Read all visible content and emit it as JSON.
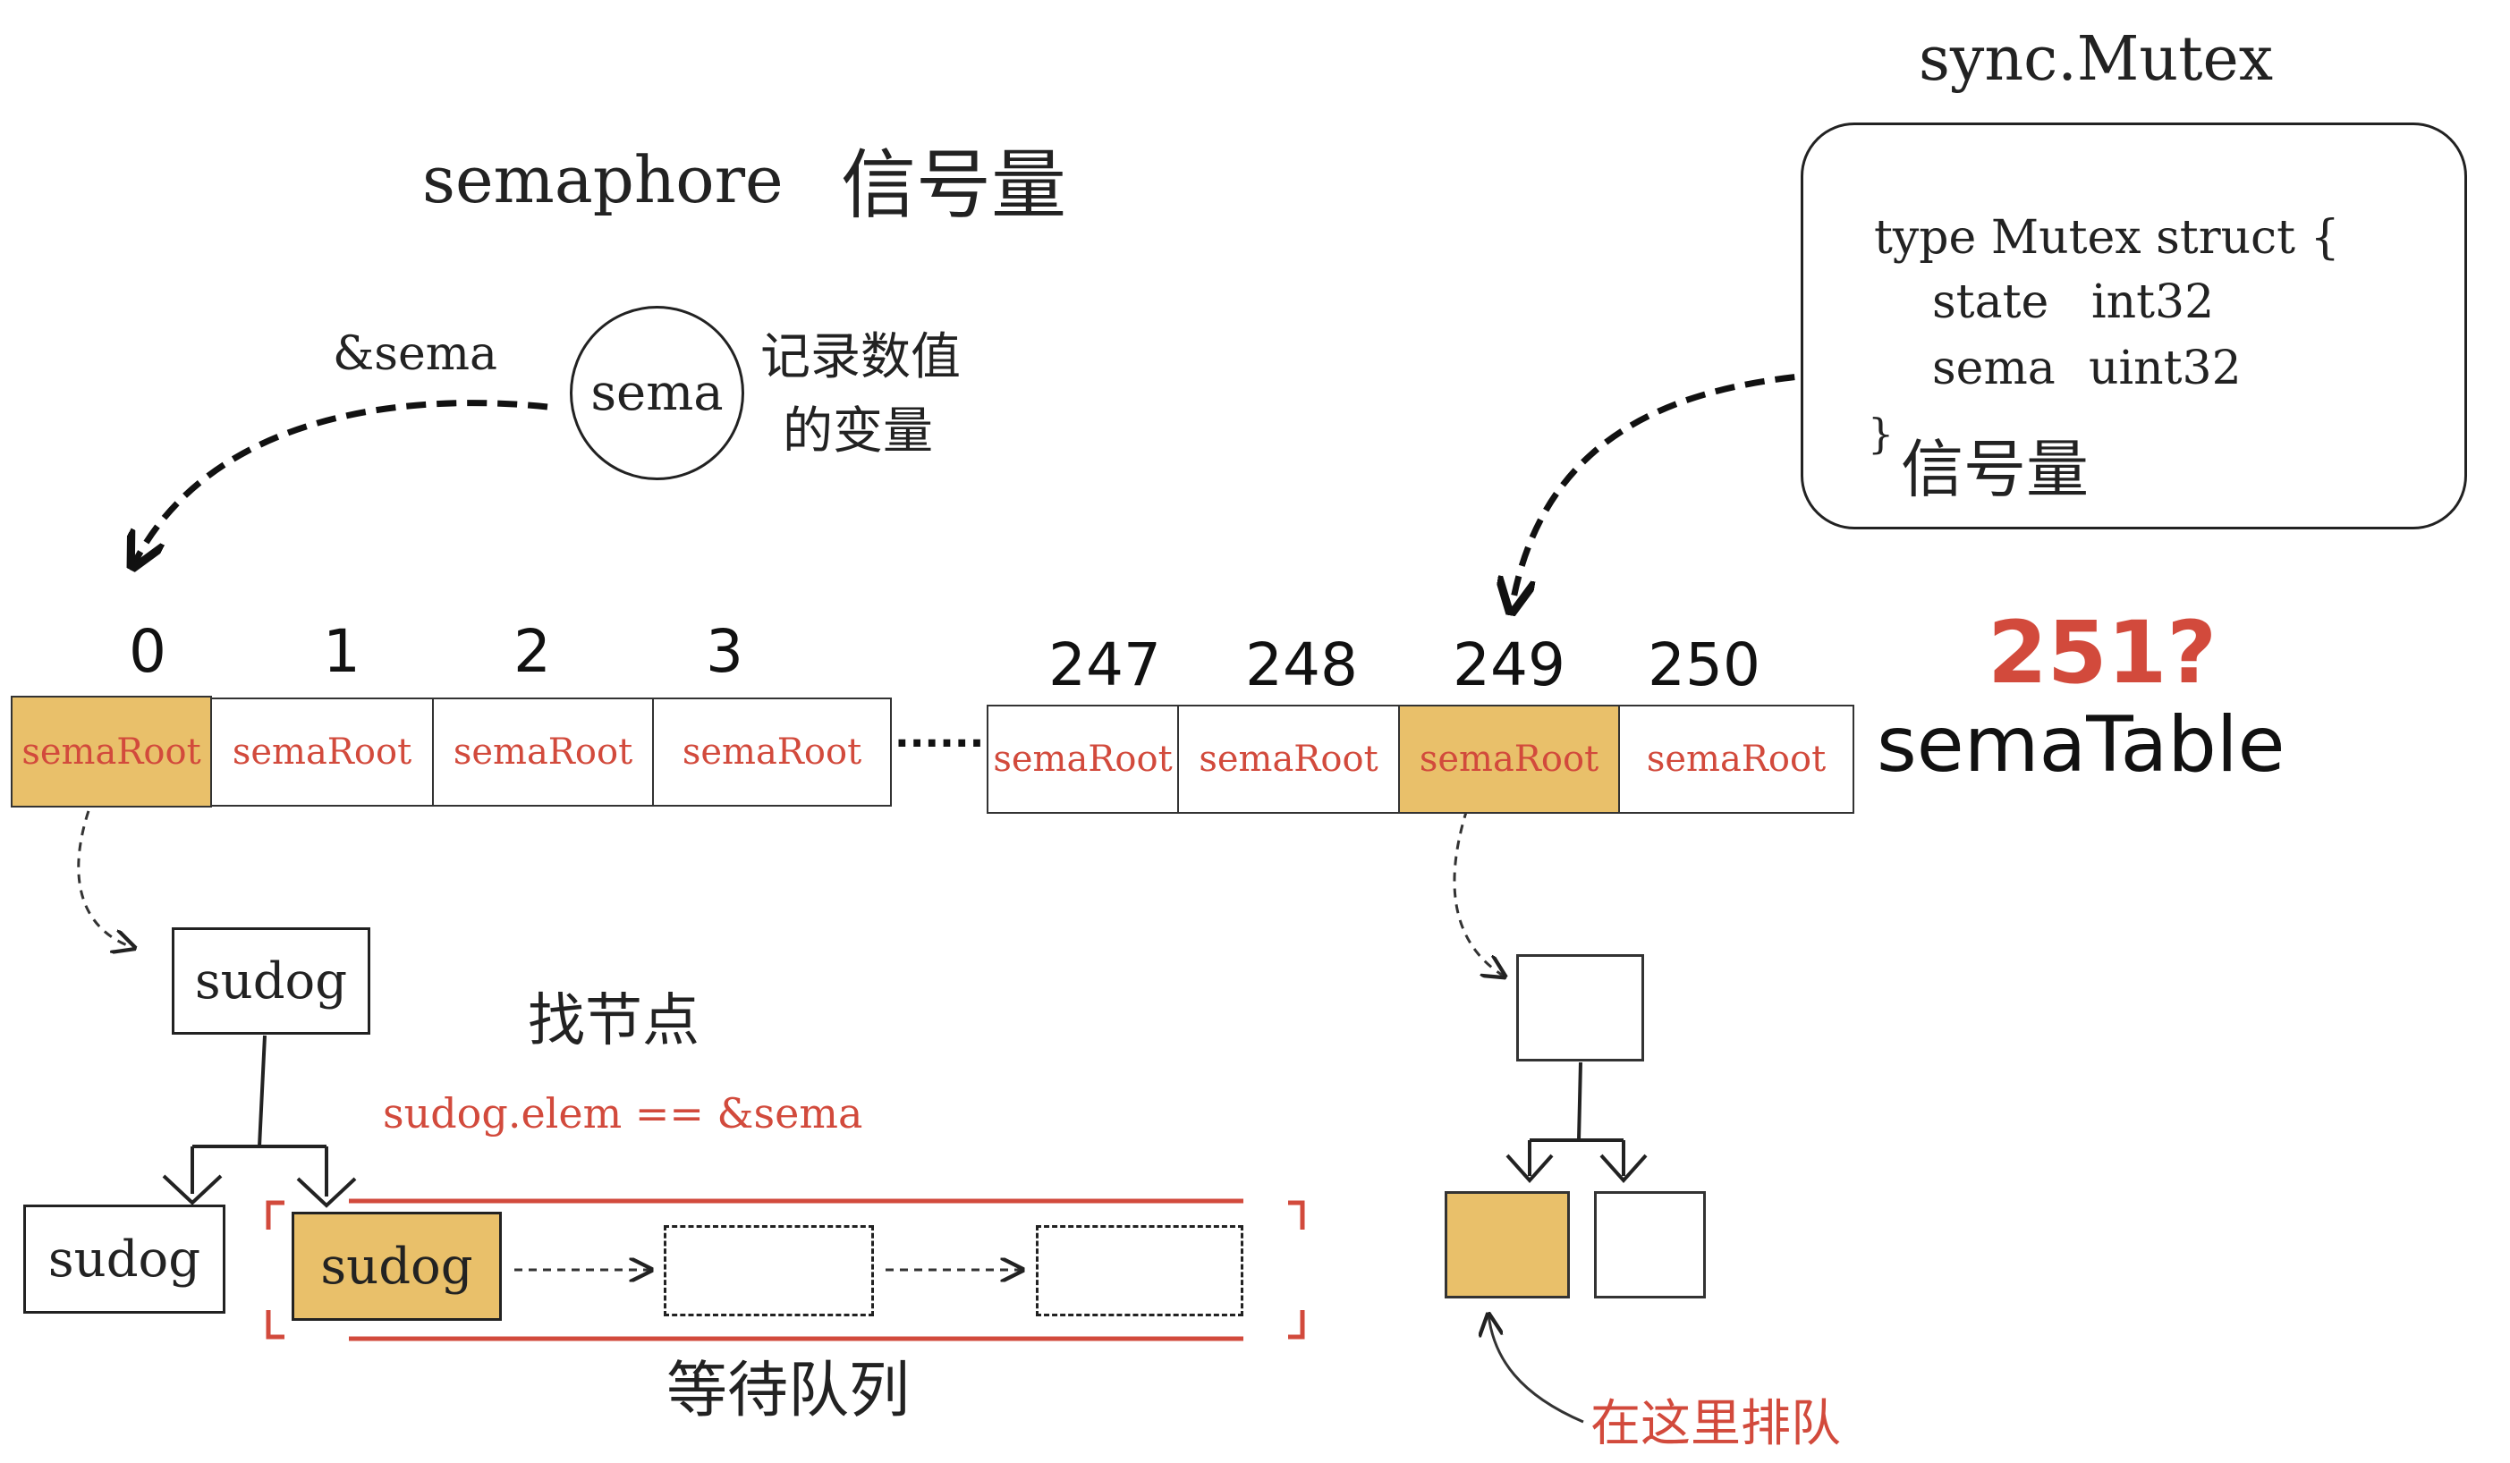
{
  "header": {
    "semaphore_label": "semaphore",
    "semaphore_cn": "信号量"
  },
  "sema_node": {
    "circle_label": "sema",
    "note_line1": "记录数值",
    "note_line2": "的变量",
    "pointer_label": "&sema"
  },
  "mutex": {
    "title": "sync.Mutex",
    "line1": "type Mutex struct {",
    "line2_field": "state",
    "line2_type": "int32",
    "line3_field": "sema",
    "line3_type": "uint32",
    "close": "}",
    "annotation": "信号量"
  },
  "sema_table": {
    "label": "semaTable",
    "question": "251?",
    "ellipsis": "······",
    "left_cells": [
      {
        "index": "0",
        "label": "semaRoot",
        "highlight": true
      },
      {
        "index": "1",
        "label": "semaRoot",
        "highlight": false
      },
      {
        "index": "2",
        "label": "semaRoot",
        "highlight": false
      },
      {
        "index": "3",
        "label": "semaRoot",
        "highlight": false
      }
    ],
    "right_cells": [
      {
        "index": "247",
        "label": "semaRoot",
        "highlight": false
      },
      {
        "index": "248",
        "label": "semaRoot",
        "highlight": false
      },
      {
        "index": "249",
        "label": "semaRoot",
        "highlight": true
      },
      {
        "index": "250",
        "label": "semaRoot",
        "highlight": false
      }
    ]
  },
  "tree": {
    "root_label": "sudog",
    "left_child_label": "sudog",
    "queue_head_label": "sudog",
    "find_node_label": "找节点",
    "find_condition": "sudog.elem == &sema",
    "wait_queue_label": "等待队列"
  },
  "right_tree": {
    "queue_here_label": "在这里排队"
  },
  "colors": {
    "highlight": "#e9c06a",
    "accent_red": "#d24a3c",
    "ink": "#222222"
  }
}
